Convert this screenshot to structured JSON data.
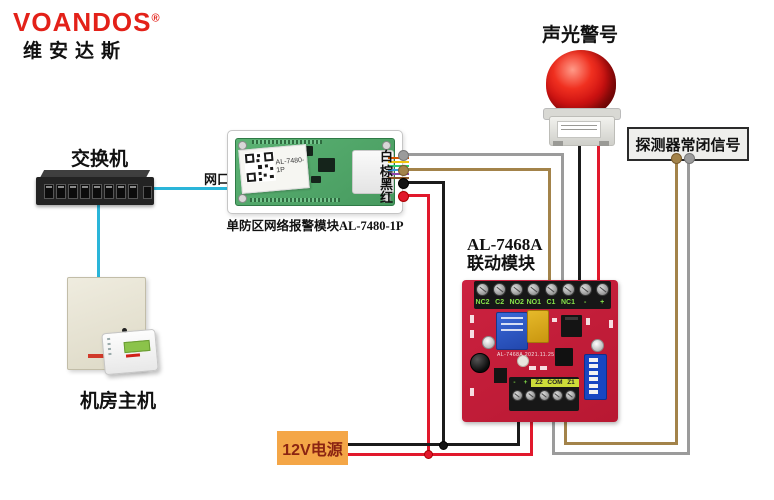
{
  "brand": {
    "name": "VOANDOS",
    "registered": "®",
    "chinese": "维安达斯"
  },
  "labels": {
    "switch": "交换机",
    "net_port": "网口",
    "host": "机房主机",
    "green_module_caption": "单防区网络报警模块AL-7480-1P",
    "green_module_sticker_line1": "AL-7480-",
    "green_module_sticker_line2": "1P",
    "alarm": "声光警号",
    "detector": "探测器常闭信号",
    "relay_title_line1": "AL-7468A",
    "relay_title_line2": "联动模块",
    "relay_silkscreen": "AL-7468A 2021.11.25",
    "power": "12V电源"
  },
  "wire_legend": [
    {
      "label": "白",
      "color": "#9b9b9b"
    },
    {
      "label": "棕",
      "color": "#a3834a"
    },
    {
      "label": "黑",
      "color": "#1b1b1b"
    },
    {
      "label": "红",
      "color": "#e1182c"
    }
  ],
  "relay": {
    "top_terminals": [
      "NC2",
      "C2",
      "NO2",
      "NO1",
      "C1",
      "NC1",
      "-",
      "+"
    ],
    "bottom_terminals": [
      "-",
      "+",
      "Z2",
      "COM",
      "Z1"
    ]
  },
  "colors": {
    "brand_red": "#e32119",
    "network_wire": "#2ab5d9",
    "relay_board": "#c6213a",
    "green_pcb": "#53a86b",
    "power_label_bg": "#f4a647",
    "beacon_red": "#cc1111"
  }
}
